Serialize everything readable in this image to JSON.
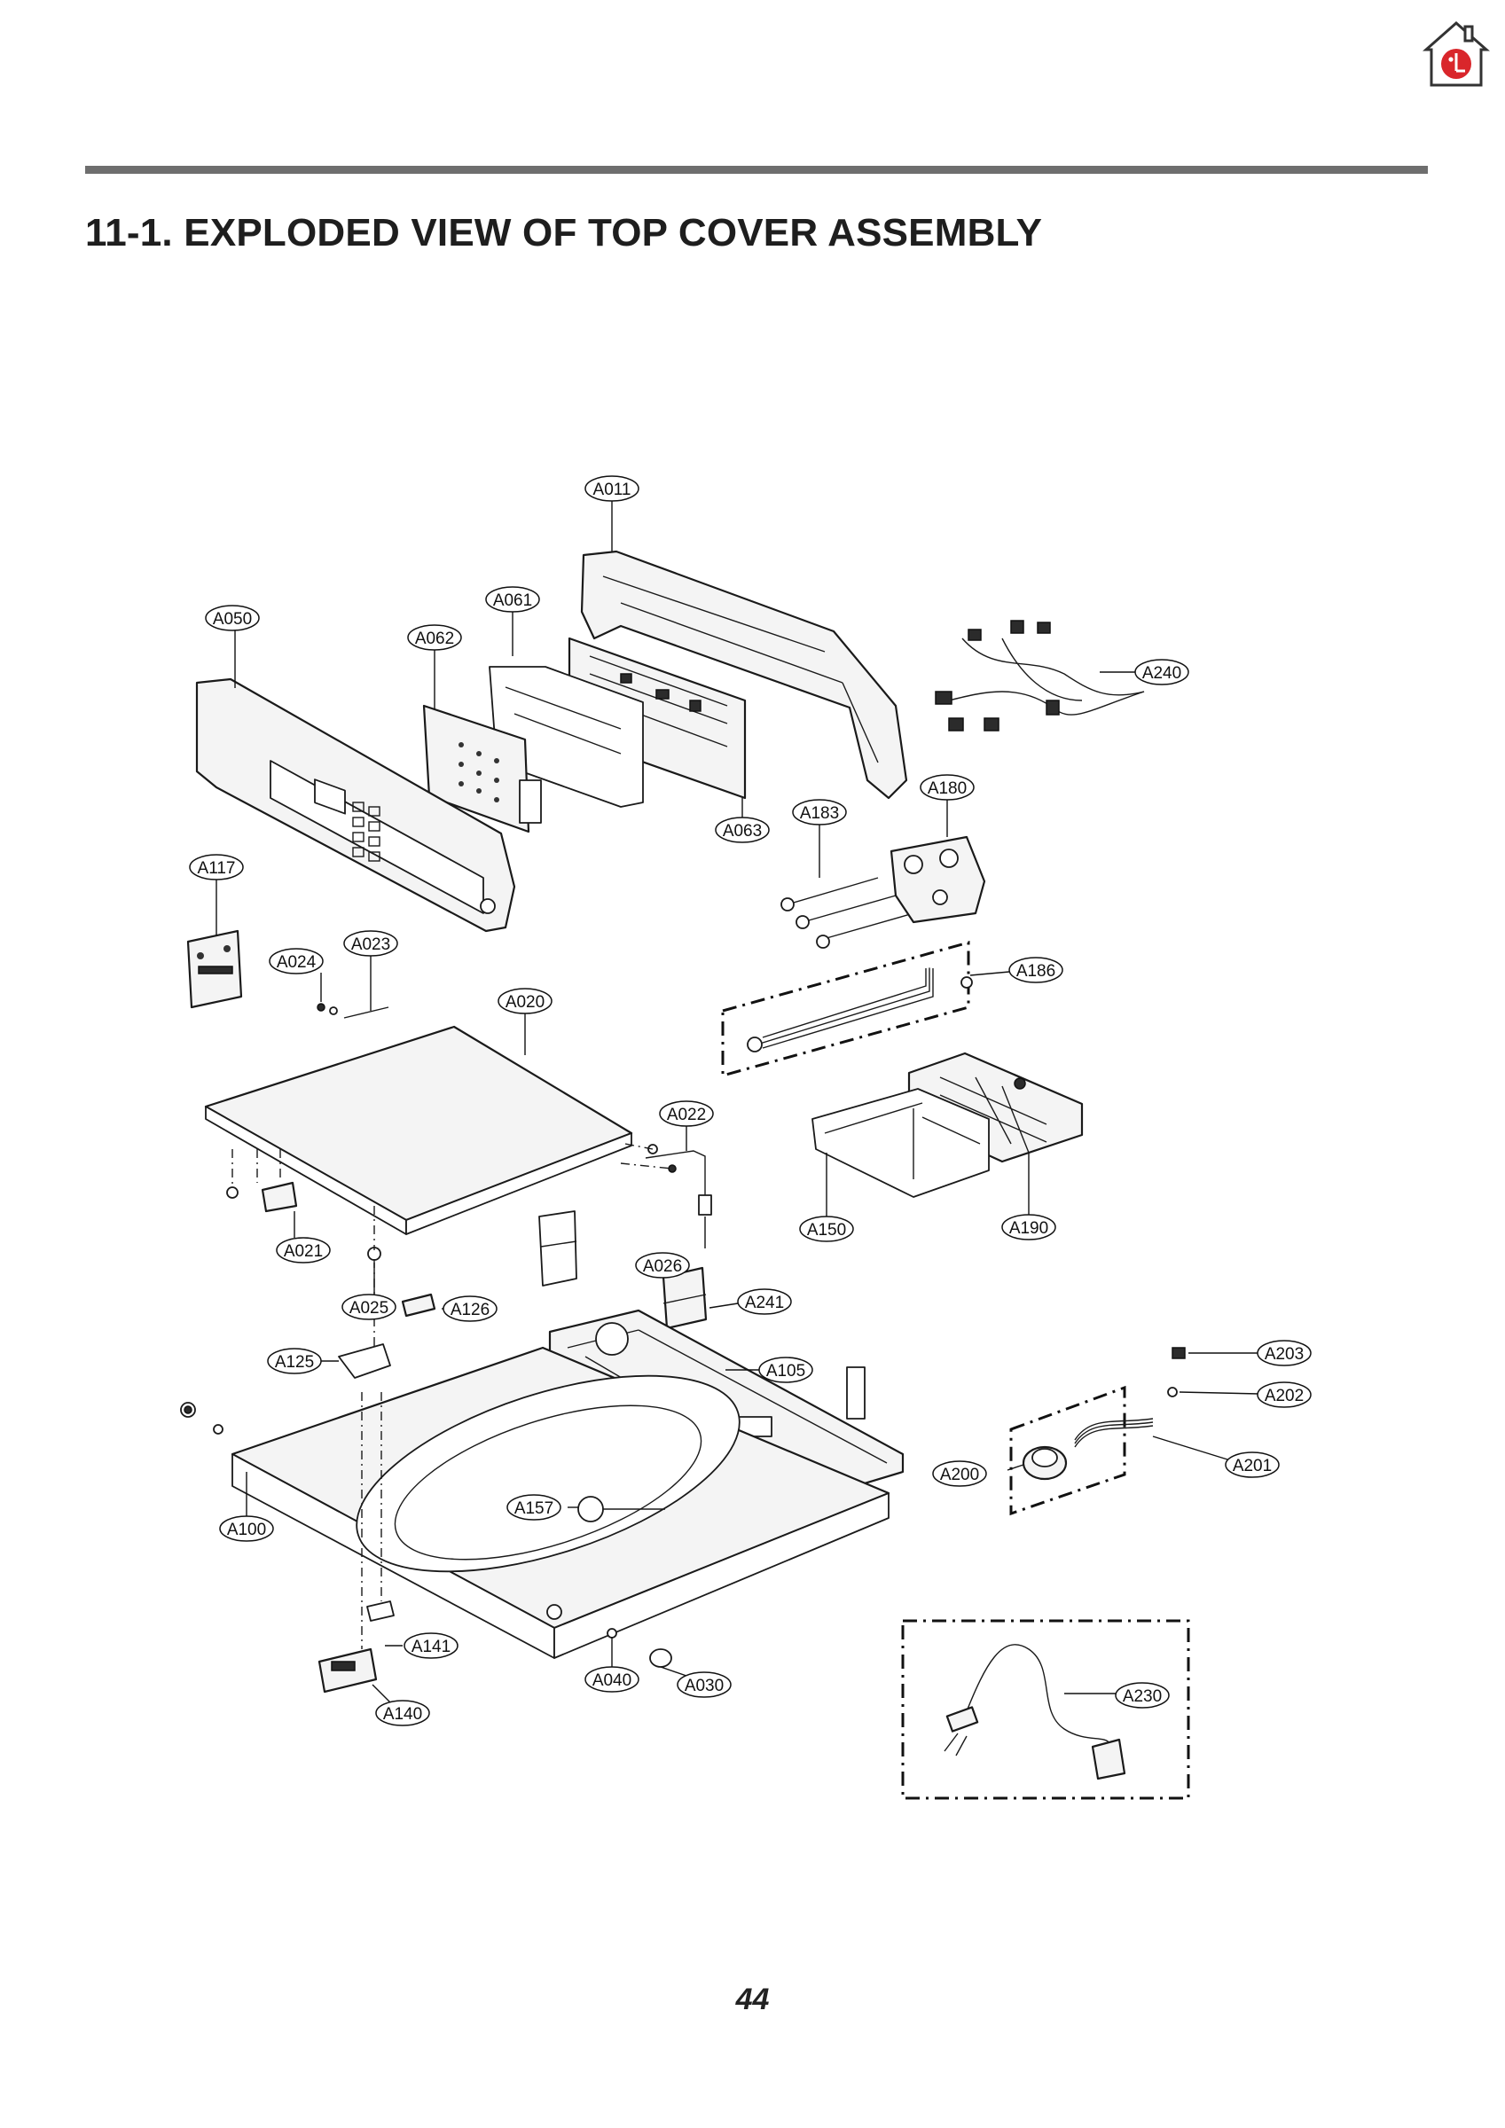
{
  "page": {
    "section_title": "11-1. EXPLODED VIEW OF TOP COVER ASSEMBLY",
    "page_number": "44"
  },
  "logo": {
    "brand_color": "#d9262b",
    "icon": "lg-home-logo-icon"
  },
  "callouts": [
    {
      "id": "a011",
      "label": "A011"
    },
    {
      "id": "a050",
      "label": "A050"
    },
    {
      "id": "a061",
      "label": "A061"
    },
    {
      "id": "a062",
      "label": "A062"
    },
    {
      "id": "a240",
      "label": "A240"
    },
    {
      "id": "a063",
      "label": "A063"
    },
    {
      "id": "a180",
      "label": "A180"
    },
    {
      "id": "a183",
      "label": "A183"
    },
    {
      "id": "a117",
      "label": "A117"
    },
    {
      "id": "a023",
      "label": "A023"
    },
    {
      "id": "a024",
      "label": "A024"
    },
    {
      "id": "a186",
      "label": "A186"
    },
    {
      "id": "a020",
      "label": "A020"
    },
    {
      "id": "a022",
      "label": "A022"
    },
    {
      "id": "a150",
      "label": "A150"
    },
    {
      "id": "a190",
      "label": "A190"
    },
    {
      "id": "a021",
      "label": "A021"
    },
    {
      "id": "a026",
      "label": "A026"
    },
    {
      "id": "a241",
      "label": "A241"
    },
    {
      "id": "a025",
      "label": "A025"
    },
    {
      "id": "a126",
      "label": "A126"
    },
    {
      "id": "a203",
      "label": "A203"
    },
    {
      "id": "a125",
      "label": "A125"
    },
    {
      "id": "a105",
      "label": "A105"
    },
    {
      "id": "a202",
      "label": "A202"
    },
    {
      "id": "a201",
      "label": "A201"
    },
    {
      "id": "a200",
      "label": "A200"
    },
    {
      "id": "a157",
      "label": "A157"
    },
    {
      "id": "a100",
      "label": "A100"
    },
    {
      "id": "a141",
      "label": "A141"
    },
    {
      "id": "a040",
      "label": "A040"
    },
    {
      "id": "a030",
      "label": "A030"
    },
    {
      "id": "a230",
      "label": "A230"
    },
    {
      "id": "a140",
      "label": "A140"
    }
  ]
}
